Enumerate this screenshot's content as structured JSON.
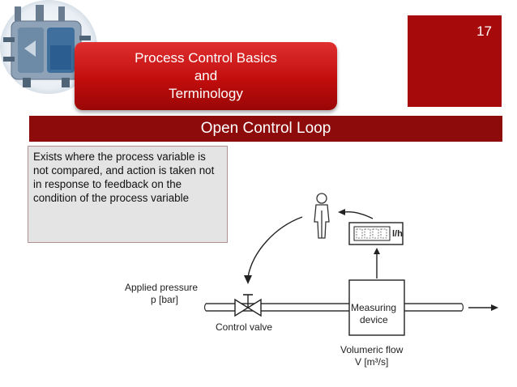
{
  "slide": {
    "number": "17",
    "title_lines": [
      "Process Control Basics",
      "and",
      "Terminology"
    ],
    "banner": "Open Control Loop",
    "description": "Exists where the process variable is not compared, and action is taken not in response to feedback on the condition of the process variable"
  },
  "diagram": {
    "applied_pressure": "Applied pressure",
    "pressure_unit": "p [bar]",
    "control_valve": "Control valve",
    "measuring_line1": "Measuring",
    "measuring_line2": "device",
    "flow_label": "Volumeric flow",
    "flow_unit": "V [m³/s]",
    "display_unit": "l/h"
  },
  "colors": {
    "accent": "#a60a0a",
    "banner": "#8e0b0b",
    "title_red": "#c20d0d"
  }
}
